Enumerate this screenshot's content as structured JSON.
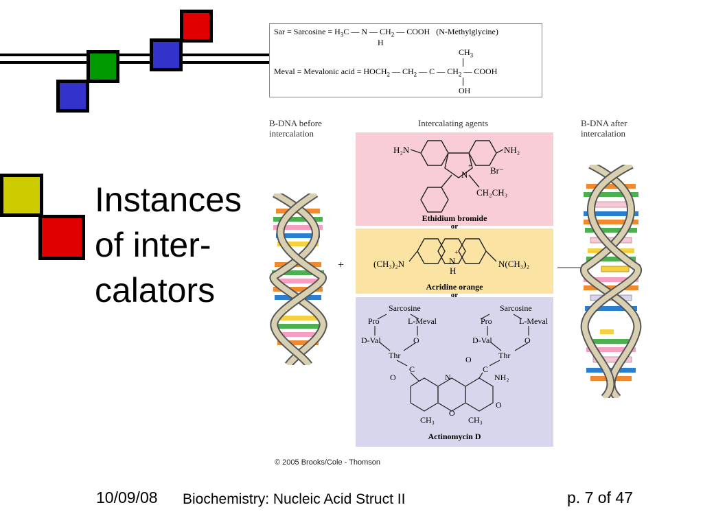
{
  "slide": {
    "title_lines": [
      "Instances",
      "of inter-",
      "calators"
    ],
    "footer_date": "10/09/08",
    "footer_course": "Biochemistry: Nucleic Acid Struct II",
    "footer_page": "p. 7 of 47"
  },
  "definitions": {
    "sar": {
      "prefix": "Sar = Sarcosine = H",
      "sub3": "3",
      "c": "C",
      "n": "N",
      "h": "H",
      "ch2_a": "CH",
      "sub2": "2",
      "cooh": "COOH",
      "paren": "(N-Methylglycine)"
    },
    "meval": {
      "prefix": "Meval = Mevalonic acid = HOCH",
      "ch2": "CH",
      "sub2": "2",
      "ch3": "CH",
      "sub3": "3",
      "c": "C",
      "oh": "OH",
      "cooh": "COOH"
    }
  },
  "figure": {
    "left_label_line1": "B-DNA before",
    "left_label_line2": "intercalation",
    "center_label": "Intercalating agents",
    "right_label_line1": "B-DNA after",
    "right_label_line2": "intercalation",
    "plus": "+",
    "or1": "or",
    "or2": "or",
    "copyright": "© 2005 Brooks/Cole - Thomson"
  },
  "agents": {
    "ethidium": {
      "name": "Ethidium bromide",
      "h2n": "H₂N",
      "nh2": "NH₂",
      "nplus": "N",
      "plus": "+",
      "br": "Br⁻",
      "ethyl": "CH₂CH₃"
    },
    "acridine": {
      "name": "Acridine orange",
      "left": "(CH₃)₂N",
      "right": "N(CH₃)₂",
      "nh": "N",
      "h": "H",
      "plus": "+"
    },
    "actinomycin": {
      "name": "Actinomycin D",
      "sarc1": "Sarcosine",
      "sarc2": "Sarcosine",
      "pro1": "Pro",
      "pro2": "Pro",
      "meval1": "L-Meval",
      "meval2": "L-Meval",
      "dval1": "D-Val",
      "dval2": "D-Val",
      "o1": "O",
      "o2": "O",
      "thr1": "Thr",
      "thr2": "Thr",
      "c1": "C",
      "c2": "C",
      "o3": "O",
      "o4": "O",
      "n": "N",
      "nh2": "NH₂",
      "o5": "O",
      "o6": "O",
      "ch3a": "CH₃",
      "ch3b": "CH₃"
    }
  },
  "colors": {
    "red": "#e00000",
    "green": "#009900",
    "blue": "#3333cc",
    "yellow": "#cccc00",
    "ethidium_bg": "#f8cdd6",
    "acridine_bg": "#fbe3a3",
    "actinomycin_bg": "#d8d6ec"
  }
}
